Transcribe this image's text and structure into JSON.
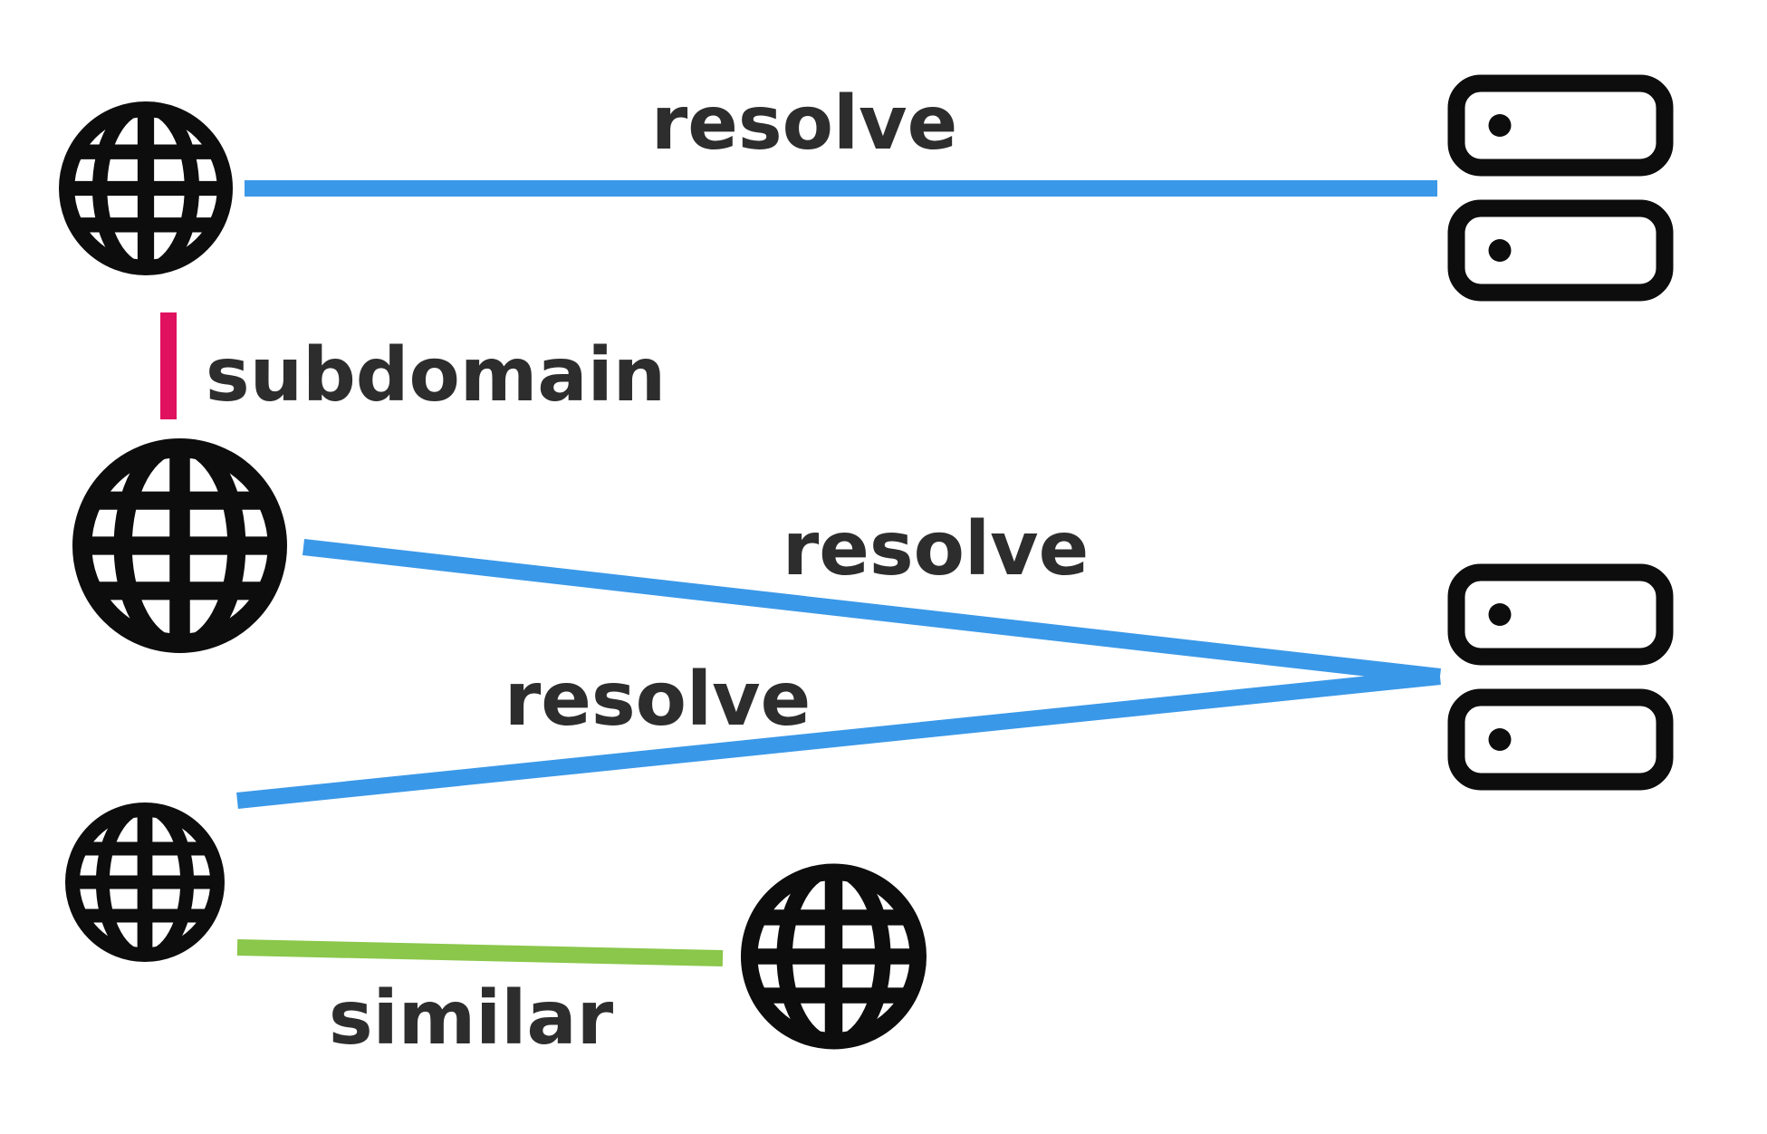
{
  "diagram": {
    "kind": "domain-resolution-graph",
    "background": "#ffffff"
  },
  "colors": {
    "icon": "#0d0d0d",
    "label_text": "#2d2d2d",
    "resolve": "#3a98e8",
    "subdomain": "#e0115f",
    "similar": "#8ac74a"
  },
  "nodes": [
    {
      "id": "domain-top-left",
      "icon": "globe-icon"
    },
    {
      "id": "domain-middle-left",
      "icon": "globe-icon"
    },
    {
      "id": "domain-bottom-left",
      "icon": "globe-icon"
    },
    {
      "id": "domain-bottom-center",
      "icon": "globe-icon"
    },
    {
      "id": "server-stack-top-right",
      "icon": "server-stack-icon"
    },
    {
      "id": "server-stack-middle-right",
      "icon": "server-stack-icon"
    }
  ],
  "edges": [
    {
      "id": "edge-resolve-top",
      "label": "resolve",
      "from": "domain-top-left",
      "to": "server-stack-top-right"
    },
    {
      "id": "edge-subdomain",
      "label": "subdomain",
      "from": "domain-top-left",
      "to": "domain-middle-left"
    },
    {
      "id": "edge-resolve-middle",
      "label": "resolve",
      "from": "domain-middle-left",
      "to": "server-stack-middle-right"
    },
    {
      "id": "edge-resolve-bottom",
      "label": "resolve",
      "from": "domain-bottom-left",
      "to": "server-stack-middle-right"
    },
    {
      "id": "edge-similar",
      "label": "similar",
      "from": "domain-bottom-left",
      "to": "domain-bottom-center"
    }
  ]
}
